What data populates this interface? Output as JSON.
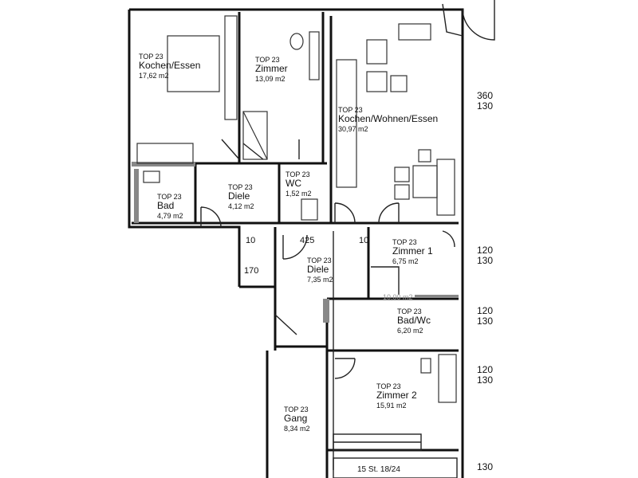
{
  "plan": {
    "rooms": [
      {
        "top": "TOP 23",
        "name": "Kochen/Essen",
        "area": "17,62 m2"
      },
      {
        "top": "TOP 23",
        "name": "Zimmer",
        "area": "13,09 m2"
      },
      {
        "top": "TOP 23",
        "name": "Kochen/Wohnen/Essen",
        "area": "30,97 m2"
      },
      {
        "top": "TOP 23",
        "name": "Bad",
        "area": "4,79 m2"
      },
      {
        "top": "TOP 23",
        "name": "Diele",
        "area": "4,12 m2"
      },
      {
        "top": "TOP 23",
        "name": "WC",
        "area": "1,52 m2"
      },
      {
        "top": "TOP 23",
        "name": "Diele",
        "area": "7,35 m2"
      },
      {
        "top": "TOP 23",
        "name": "Zimmer 1",
        "area": "6,75 m2"
      },
      {
        "top": "TOP 23",
        "name": "Bad/Wc",
        "area": "6,20 m2"
      },
      {
        "top": "TOP 23",
        "name": "Zimmer 2",
        "area": "15,91 m2"
      },
      {
        "top": "TOP 23",
        "name": "Gang",
        "area": "8,34 m2"
      }
    ],
    "dimensions": {
      "d1a": "360",
      "d1b": "130",
      "d2a": "120",
      "d2b": "130",
      "d3a": "120",
      "d3b": "130",
      "d4a": "120",
      "d4b": "130",
      "d5a": "130",
      "w425": "425",
      "w10a": "10",
      "w10b": "10",
      "w170": "170",
      "stairs": "15 St. 18/24",
      "faded_area": "10,00 m2"
    }
  }
}
